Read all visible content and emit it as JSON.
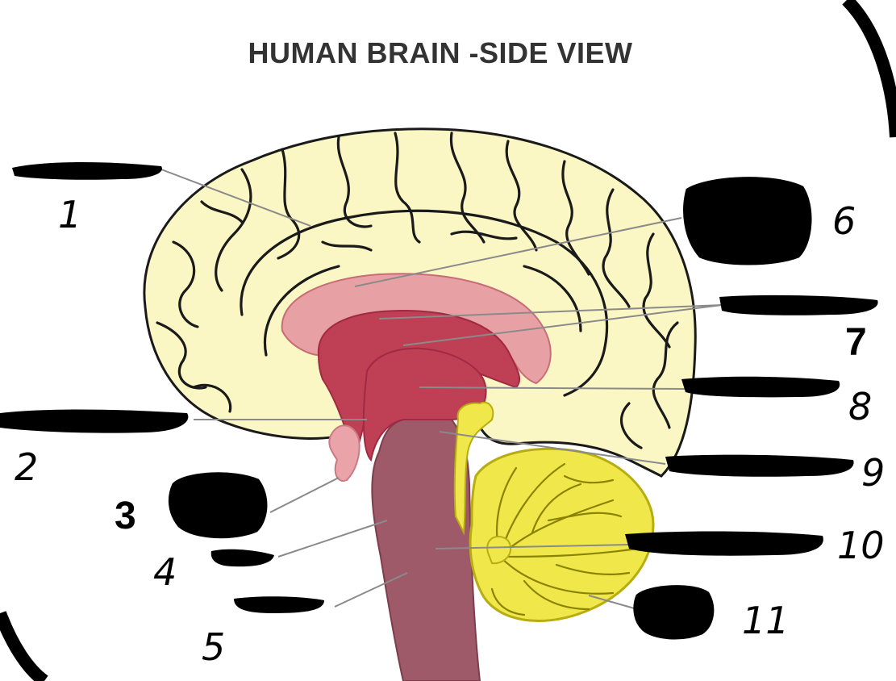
{
  "title": "HUMAN BRAIN -SIDE VIEW",
  "labels": [
    {
      "num": "1"
    },
    {
      "num": "2"
    },
    {
      "num": "3"
    },
    {
      "num": "4"
    },
    {
      "num": "5"
    },
    {
      "num": "6"
    },
    {
      "num": "7"
    },
    {
      "num": "8"
    },
    {
      "num": "9"
    },
    {
      "num": "10"
    },
    {
      "num": "11"
    }
  ],
  "colors": {
    "cerebrum": "#fbf7c4",
    "corpus_callosum": "#e7a1a4",
    "thalamus": "#bf3f55",
    "brainstem": "#9f5a6a",
    "cerebellum": "#f0e84a",
    "pituitary": "#eaa3a8",
    "outline": "#1a1a1a",
    "redaction": "#000000"
  }
}
